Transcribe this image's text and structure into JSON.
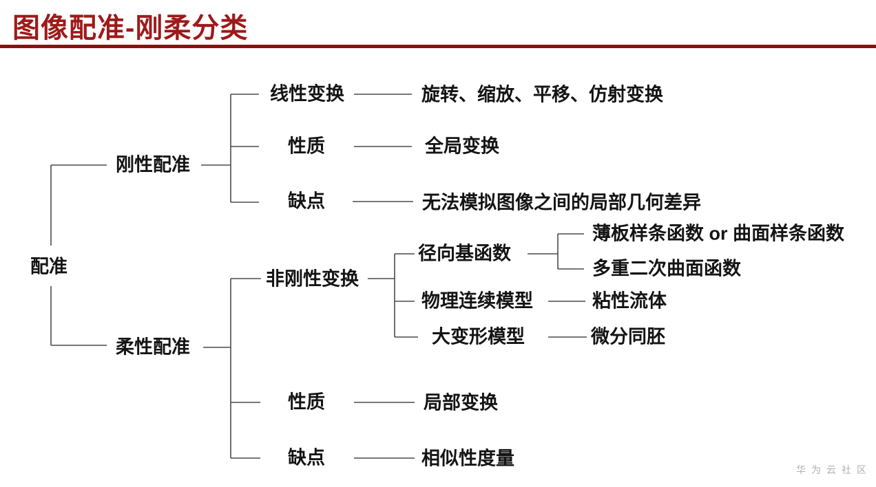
{
  "title": "图像配准-刚柔分类",
  "watermark": "华为云社区",
  "theme": {
    "title_color": "#9E1A1A",
    "rule_color": "#8D0F0F",
    "line_color": "#4A4A4A",
    "text_color": "#141414",
    "watermark_color": "#B0B0B0",
    "background": "#FFFFFF"
  },
  "tree": {
    "root": {
      "label": "配准"
    },
    "children": [
      {
        "label": "刚性配准",
        "children": [
          {
            "label": "线性变换",
            "value": "旋转、缩放、平移、仿射变换"
          },
          {
            "label": "性质",
            "value": "全局变换"
          },
          {
            "label": "缺点",
            "value": "无法模拟图像之间的局部几何差异"
          }
        ]
      },
      {
        "label": "柔性配准",
        "children": [
          {
            "label": "非刚性变换",
            "children": [
              {
                "label": "径向基函数",
                "children": [
                  {
                    "label": "薄板样条函数 or 曲面样条函数"
                  },
                  {
                    "label": "多重二次曲面函数"
                  }
                ]
              },
              {
                "label": "物理连续模型",
                "value": "粘性流体"
              },
              {
                "label": "大变形模型",
                "value": "微分同胚"
              }
            ]
          },
          {
            "label": "性质",
            "value": "局部变换"
          },
          {
            "label": "缺点",
            "value": "相似性度量"
          }
        ]
      }
    ]
  }
}
